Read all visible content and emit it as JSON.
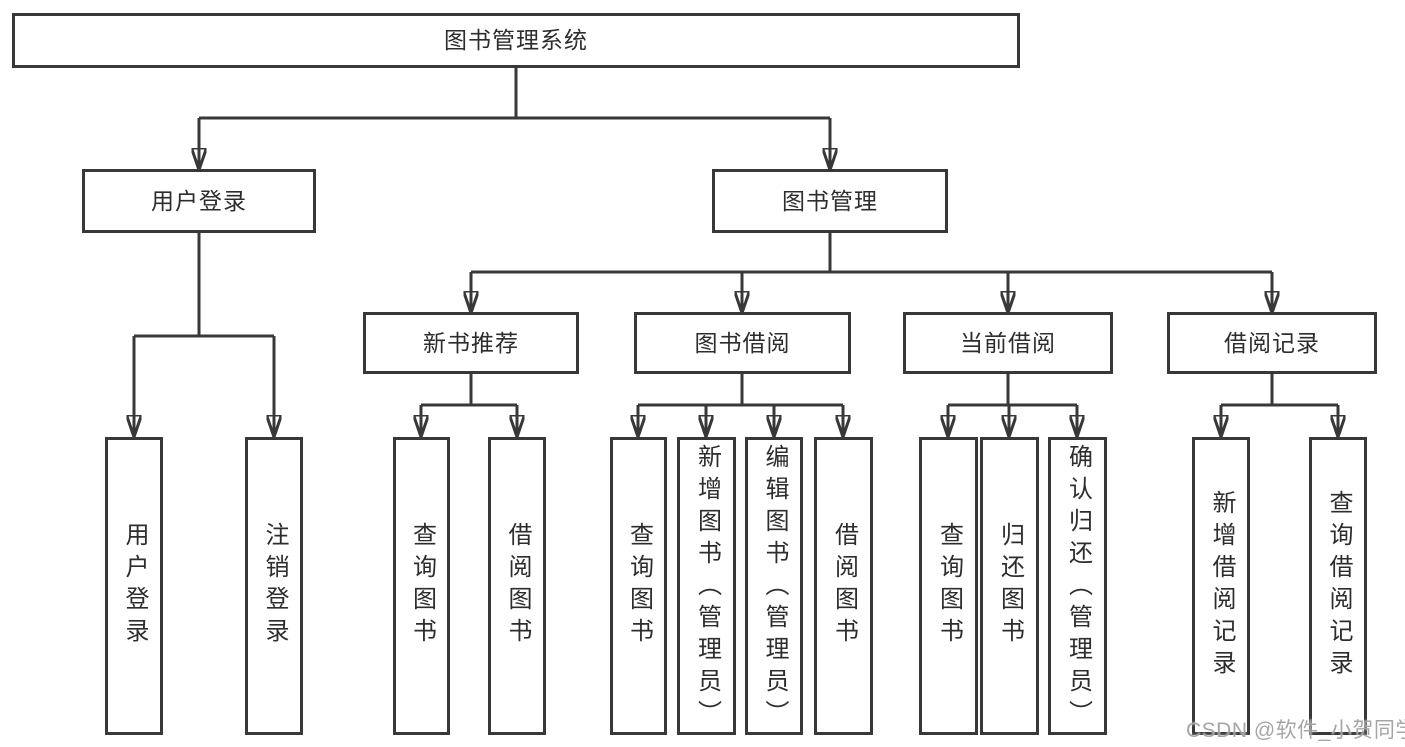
{
  "tree": {
    "root": "图书管理系统",
    "branches": [
      {
        "label": "用户登录",
        "children": [
          "用户登录",
          "注销登录"
        ]
      },
      {
        "label": "图书管理",
        "groups": [
          {
            "label": "新书推荐",
            "children": [
              "查询图书",
              "借阅图书"
            ]
          },
          {
            "label": "图书借阅",
            "children": [
              "查询图书",
              "新增图书（管理员）",
              "编辑图书（管理员）",
              "借阅图书"
            ]
          },
          {
            "label": "当前借阅",
            "children": [
              "查询图书",
              "归还图书",
              "确认归还（管理员）"
            ]
          },
          {
            "label": "借阅记录",
            "children": [
              "新增借阅记录",
              "查询借阅记录"
            ]
          }
        ]
      }
    ]
  },
  "watermark": "CSDN @软件_小贺同学",
  "colors": {
    "line": "#383838",
    "box_border": "#383838",
    "text": "#2d2d2d",
    "watermark": "#9e9e9e",
    "background": "#ffffff"
  }
}
